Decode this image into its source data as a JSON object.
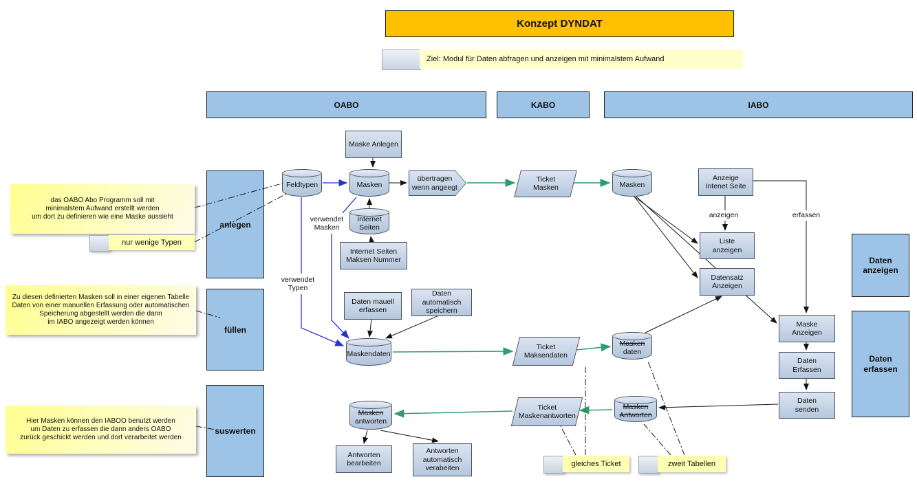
{
  "title": "Konzept DYNDAT",
  "goal": "Ziel: Modul für Daten abfragen und anzeigen mit minimalstem Aufwand",
  "columns": {
    "oabo": "OABO",
    "kabo": "KABO",
    "iabo": "IABO"
  },
  "phases": {
    "anlegen": "anlegen",
    "fuellen": "füllen",
    "auswerten": "suswerten"
  },
  "side_boxes": {
    "daten_anzeigen": "Daten\nanzeigen",
    "daten_erfassen": "Daten\nerfassen"
  },
  "notes": {
    "oabo_note": "das OABO Abo Programm soll mit\nminimalstem Aufwand erstellt werden\num dort zu definieren wie eine Maske aussieht",
    "typen_note": "nur wenige Typen",
    "fuellen_note": "Zu diesen definierten Masken soll in einer eigenen Tabelle\nDaten von einer manuellen Erfassung oder automatischen\nSpeicherung abgestellt werden die dann\nim IABO angezeigt werden können",
    "auswerten_note": "Hier Masken können den IABOO benutzt werden\num Daten zu erfassen die dann anders OABO\nzurück geschickt werden und dort verarbeitet werden",
    "gleiches_ticket": "gleiches Ticket",
    "zweit_tabellen": "zweit Tabellen"
  },
  "nodes": {
    "maske_anlegen": "Maske Anlegen",
    "feldtypen": "Feldtypen",
    "masken_oabo": "Masken",
    "internet_seiten": "Internet\nSeiten",
    "internet_seiten_nummer": "Internet Seiten\nMaksen Nummer",
    "uebertragen": "übertragen\nwenn angeegt",
    "ticket_masken": "Ticket\nMasken",
    "masken_iabo": "Masken",
    "anzeige_internet_seite": "Anzeige\nIntenet Seite",
    "liste_anzeigen": "Liste\nanzeigen",
    "datensatz_anzeigen": "Datensatz\nAnzeigen",
    "daten_manuell_erfassen": "Daten mauell\nerfassen",
    "daten_automatisch_speichern": "Daten automatisch\nspeichern",
    "maskendaten": "Maskendaten",
    "ticket_maskendaten": "Ticket\nMaksendaten",
    "masken_daten_iabo": {
      "line1": "Masken",
      "line2": "daten"
    },
    "maske_anzeigen": "Maske\nAnzeigen",
    "daten_erfassen_step": "Daten\nErfassen",
    "daten_senden": "Daten\nsenden",
    "masken_antworten_oabo": {
      "line1": "Masken",
      "line2": "antworten"
    },
    "ticket_maskenantworten": "Ticket\nMaskenantworten",
    "masken_antworten_iabo": {
      "line1": "Masken",
      "line2": "Antworten"
    },
    "antworten_bearbeiten": "Antworten\nbearbeiten",
    "antworten_automatisch": "Antworten\nautomatisch\nverabeiten"
  },
  "edge_labels": {
    "verwendet_masken": "verwendet\nMasken",
    "verwendet_typen": "verwendet\nTypen",
    "anzeigen": "anzeigen",
    "erfassen": "erfassen"
  },
  "colors": {
    "title_bg": "#FFC000",
    "section_bg": "#9DC3E6",
    "node_bg": "#C7D6E8",
    "note_bg": "#FFFF99",
    "goal_bg": "#FFFFCC",
    "arrow_black": "#141414",
    "arrow_blue": "#2A35C8",
    "arrow_green": "#2F9E6E"
  }
}
